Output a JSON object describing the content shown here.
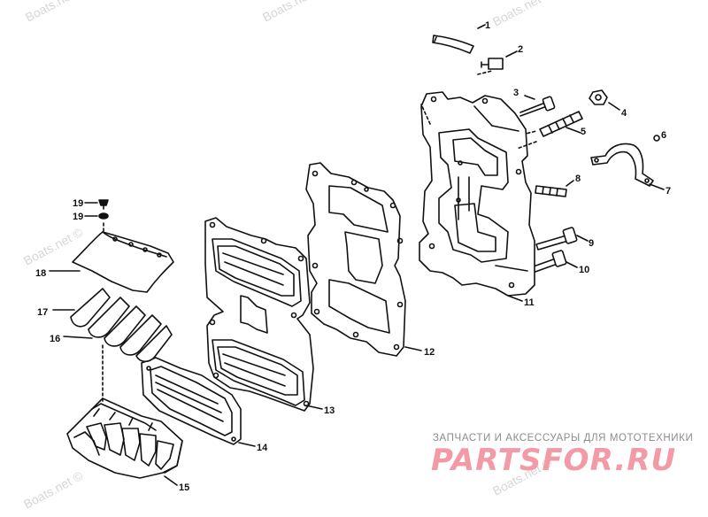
{
  "watermarks": [
    "Boats.net ©",
    "Boats.net ©",
    "Boats.net ©",
    "Boats.net ©",
    "Boats.net ©",
    "Boats.net ©"
  ],
  "callouts": [
    "1",
    "2",
    "3",
    "4",
    "5",
    "6",
    "7",
    "8",
    "9",
    "10",
    "11",
    "12",
    "13",
    "14",
    "15",
    "16",
    "17",
    "18",
    "19",
    "19"
  ],
  "brand": {
    "tagline": "ЗАПЧАСТИ И АКСЕССУАРЫ ДЛЯ МОТОТЕХНИКИ",
    "logo": "PARTSFOR.RU"
  }
}
